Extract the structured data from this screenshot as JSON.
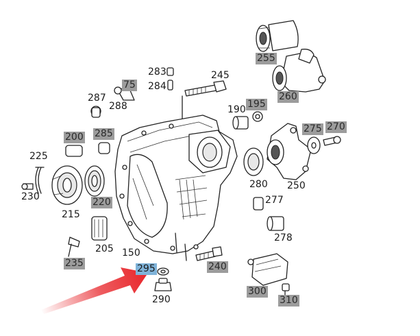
{
  "diagram": {
    "labels": [
      {
        "id": "p255",
        "text": "255",
        "style": "gray"
      },
      {
        "id": "p283",
        "text": "283",
        "style": "plain"
      },
      {
        "id": "p245",
        "text": "245",
        "style": "plain"
      },
      {
        "id": "p284",
        "text": "284",
        "style": "plain"
      },
      {
        "id": "p75",
        "text": "75",
        "style": "gray"
      },
      {
        "id": "p260",
        "text": "260",
        "style": "gray"
      },
      {
        "id": "p287",
        "text": "287",
        "style": "plain"
      },
      {
        "id": "p288",
        "text": "288",
        "style": "plain"
      },
      {
        "id": "p190",
        "text": "190",
        "style": "plain"
      },
      {
        "id": "p195",
        "text": "195",
        "style": "gray"
      },
      {
        "id": "p275",
        "text": "275",
        "style": "gray"
      },
      {
        "id": "p270",
        "text": "270",
        "style": "gray"
      },
      {
        "id": "p200",
        "text": "200",
        "style": "gray"
      },
      {
        "id": "p285",
        "text": "285",
        "style": "gray"
      },
      {
        "id": "p225",
        "text": "225",
        "style": "plain"
      },
      {
        "id": "p280",
        "text": "280",
        "style": "plain"
      },
      {
        "id": "p250",
        "text": "250",
        "style": "plain"
      },
      {
        "id": "p230",
        "text": "230",
        "style": "plain"
      },
      {
        "id": "p220",
        "text": "220",
        "style": "gray"
      },
      {
        "id": "p277",
        "text": "277",
        "style": "plain"
      },
      {
        "id": "p215",
        "text": "215",
        "style": "plain"
      },
      {
        "id": "p278",
        "text": "278",
        "style": "plain"
      },
      {
        "id": "p205",
        "text": "205",
        "style": "plain"
      },
      {
        "id": "p150",
        "text": "150",
        "style": "plain"
      },
      {
        "id": "p235",
        "text": "235",
        "style": "gray"
      },
      {
        "id": "p295",
        "text": "295",
        "style": "blue"
      },
      {
        "id": "p240",
        "text": "240",
        "style": "gray"
      },
      {
        "id": "p300",
        "text": "300",
        "style": "gray"
      },
      {
        "id": "p290",
        "text": "290",
        "style": "plain"
      },
      {
        "id": "p310",
        "text": "310",
        "style": "gray"
      }
    ],
    "colors": {
      "highlight": "#7fb3d9",
      "label_gray": "#9c9c9c",
      "arrow": "#e8262b"
    }
  }
}
